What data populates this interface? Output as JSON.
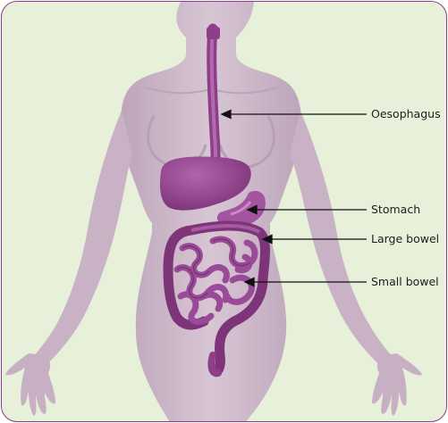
{
  "labels": {
    "oesophagus": "Oesophagus",
    "stomach": "Stomach",
    "large_bowel": "Large bowel",
    "small_bowel": "Small bowel"
  },
  "colors": {
    "frame_border": "#8a3d86",
    "background": "#e7f0d8",
    "body": "#cdb7c9",
    "organs": "#9a4a97",
    "organs_dark": "#6e2e6c",
    "arrow": "#111111"
  }
}
